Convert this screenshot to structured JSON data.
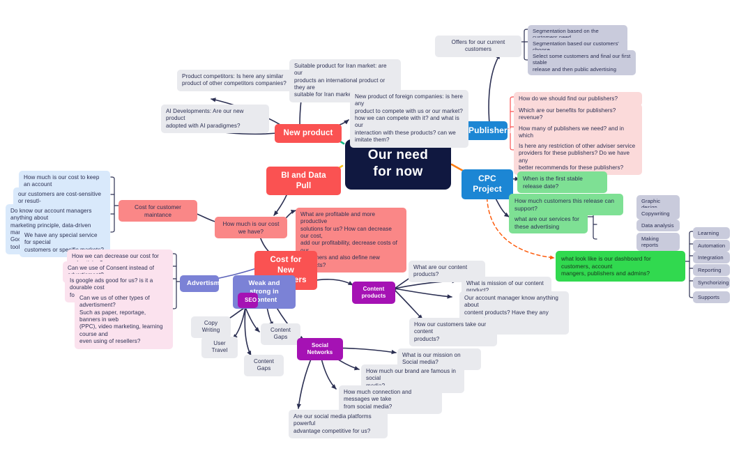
{
  "colors": {
    "root_bg": "#101840",
    "red": "#fa5252",
    "blue": "#1c86d4",
    "periwinkle": "#7b82d6",
    "magenta": "#a512b4",
    "gray": "#e9eaee",
    "lavender": "#c9cbdc",
    "pink_box": "#fbdada",
    "salmon": "#fa8787",
    "light_blue": "#d9e9fb",
    "light_pink": "#fbe2ee",
    "green": "#7ee094",
    "green_bright": "#31d94f",
    "edge_dark": "#2b2f52",
    "branch_green": "#12b886",
    "branch_red": "#fa5252",
    "branch_orange": "#fd7e14",
    "branch_yellow": "#fcc419",
    "branch_dashed_orange": "#fd5e10",
    "branch_periwinkle": "#5b62b8"
  },
  "root": {
    "label": "Our need for now"
  },
  "branches": {
    "new_product": {
      "label": "New product"
    },
    "bi_data_pull": {
      "label": "BI and Data Pull"
    },
    "publishers": {
      "label": "Publishers"
    },
    "cpc_project": {
      "label": "CPC Project"
    }
  },
  "new_product_children": [
    {
      "id": "np1",
      "text": "Product competitors: Is here any similar\nproduct of other competitors companies?"
    },
    {
      "id": "np2",
      "text": "Suitable product for Iran market: are our\nproducts an international product or they are\nsuitable for Iran market alone?"
    },
    {
      "id": "np3",
      "text": "AI Developments: Are our new product\nadopted with AI paradigmes?"
    },
    {
      "id": "np4",
      "text": "New product of foreign companies: is here any\nproduct to compete with us or our market?\nhow we can compete with it? and what is our\ninteraction with these products? can we\nimitate them?"
    }
  ],
  "offers": {
    "label": "Offers for our current customers",
    "children": [
      {
        "id": "of1",
        "text": "Segmentation based on the customers need"
      },
      {
        "id": "of2",
        "text": "Segmentation based our customers' choose"
      },
      {
        "id": "of3",
        "text": "Select some customers and final our first stable\nrelease and then public advertising"
      }
    ]
  },
  "publishers_children": [
    {
      "id": "pb1",
      "text": "How do we should find our publishers?"
    },
    {
      "id": "pb2",
      "text": "Which are our benefits for publishers? revenue?\ncontent? advertise?"
    },
    {
      "id": "pb3",
      "text": "How many of publishers we need? and in which\nfields?"
    },
    {
      "id": "pb4",
      "text": "Is here any restriction  of other adviser service\nproviders for these publishers? Do we have any\nbetter recommends for these publishers?"
    }
  ],
  "cpc_children": [
    {
      "id": "cp1",
      "text": "When is the first stable release date?"
    },
    {
      "id": "cp2",
      "text": "How much customers this release can support?"
    },
    {
      "id": "cp3",
      "text": "what are our services for these advertising"
    }
  ],
  "services_children": [
    {
      "id": "sv1",
      "text": "Graphic design"
    },
    {
      "id": "sv2",
      "text": "Copywriting"
    },
    {
      "id": "sv3",
      "text": "Data analysis"
    },
    {
      "id": "sv4",
      "text": "Making reports"
    }
  ],
  "dashboard": {
    "label": "what look like is our dashboard for customers, account\nmangers, publishers and admins?",
    "children": [
      {
        "id": "db1",
        "text": "Learning"
      },
      {
        "id": "db2",
        "text": "Automation"
      },
      {
        "id": "db3",
        "text": "Integration"
      },
      {
        "id": "db4",
        "text": "Reporting"
      },
      {
        "id": "db5",
        "text": "Synchorizing"
      },
      {
        "id": "db6",
        "text": "Supports"
      }
    ]
  },
  "cost_maintance": {
    "label": "Cost for customer maintance",
    "children": [
      {
        "id": "cm1",
        "text": "How much is our cost to keep an account\nactive?"
      },
      {
        "id": "cm2",
        "text": "our customers are cost-sensitive or resutl-\nsensitive?"
      },
      {
        "id": "cm3",
        "text": "Do know our account managers anything about\nmarketing principle, data-driven marketing,\nGoogle dashboards and other their tools?"
      },
      {
        "id": "cm4",
        "text": "We have any special service for special\ncustomers or specific markets?"
      }
    ]
  },
  "cost_question": {
    "label": "How much is our cost we have?",
    "profitable": "What are profitable and more productive\nsolutions for us? How can decrease our cost,\nadd our profitability, decrease costs of our\ncustomers and also define new products?",
    "new_customers": "Cost for New customers"
  },
  "advertisment": {
    "label": "Advertisment",
    "children": [
      {
        "id": "ad1",
        "text": "How we can decrease our cost for advertising?"
      },
      {
        "id": "ad2",
        "text": "Can we use of Consent instead of advertisment?"
      },
      {
        "id": "ad3",
        "text": "Is google ads good for us? is it a dourable cost\nfor us?"
      },
      {
        "id": "ad4",
        "text": "Can we us of other types of advertisment?\nSuch as paper, reportage, banners in web\n(PPC), video marketing, learning course and\neven using of resellers?"
      }
    ]
  },
  "content": {
    "label": "Weak and strong in Content",
    "seo": {
      "label": "SEO",
      "children": [
        {
          "id": "se1",
          "text": "Copy Writing"
        },
        {
          "id": "se2",
          "text": "Content Gaps"
        },
        {
          "id": "se3",
          "text": "User Travel"
        },
        {
          "id": "se4",
          "text": "Content Gaps"
        }
      ]
    },
    "social": {
      "label": "Social Networks",
      "children": [
        {
          "id": "sn1",
          "text": "What is our mission on Social media?"
        },
        {
          "id": "sn2",
          "text": "How much our brand are famous in social\nmedia?"
        },
        {
          "id": "sn3",
          "text": "How much connection and messages we take\nfrom social media?"
        },
        {
          "id": "sn4",
          "text": "Are our social media platforms powerful\nadvantage competitive for us?"
        }
      ]
    }
  },
  "content_products": {
    "label": "Content products",
    "children": [
      {
        "id": "cpd1",
        "text": "What are our content products?"
      },
      {
        "id": "cpd2",
        "text": "What is mission of our content product?"
      },
      {
        "id": "cpd3",
        "text": "Our account manager know anything about\ncontent products? Have they any access to\nthis content?"
      },
      {
        "id": "cpd4",
        "text": "How our customers take our content\nproducts?"
      }
    ]
  }
}
